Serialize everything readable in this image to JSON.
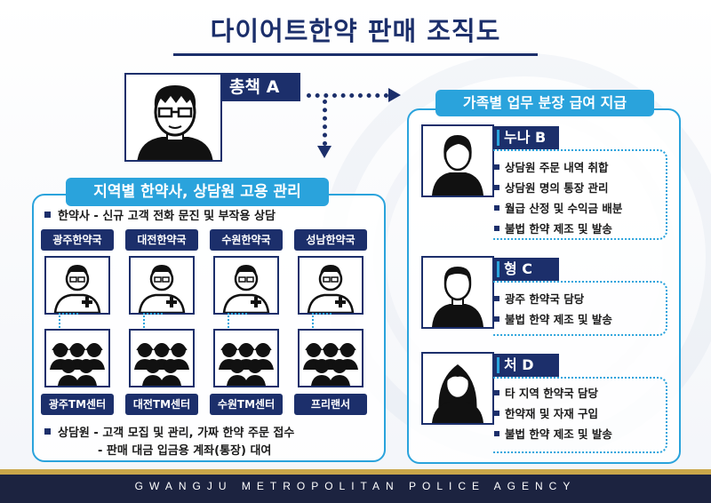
{
  "title": "다이어트한약 판매 조직도",
  "chief": {
    "label": "총책 A"
  },
  "left_panel": {
    "header": "지역별 한약사, 상담원 고용 관리",
    "top_bullet": "한약사 - 신규 고객 전화 문진 및 부작용 상담",
    "pharmacies": [
      "광주한약국",
      "대전한약국",
      "수원한약국",
      "성남한약국"
    ],
    "tm_centers": [
      "광주TM센터",
      "대전TM센터",
      "수원TM센터",
      "프리랜서"
    ],
    "bottom_bullet_1": "상담원 - 고객 모집 및  관리, 가짜 한약 주문 접수",
    "bottom_bullet_2": "- 판매 대금 입금용 계좌(통장) 대여"
  },
  "right_panel": {
    "header": "가족별 업무 분장 급여 지급",
    "members": [
      {
        "name": "누나 B",
        "duties": [
          "상담원 주문 내역 취합",
          "상담원 명의 통장 관리",
          "월급 산정 및 수익금 배분",
          "불법 한약 제조 및 발송"
        ]
      },
      {
        "name": "형  C",
        "duties": [
          "광주 한약국 담당",
          "불법 한약 제조 및 발송"
        ]
      },
      {
        "name": "처  D",
        "duties": [
          "타 지역 한약국 담당",
          "한약재 및 자재 구입",
          "불법 한약 제조 및 발송"
        ]
      }
    ]
  },
  "footer": "GWANGJU METROPOLITAN POLICE AGENCY",
  "colors": {
    "navy": "#1c2f6b",
    "cyan": "#2aa3dc",
    "gold": "#c9a64a"
  }
}
